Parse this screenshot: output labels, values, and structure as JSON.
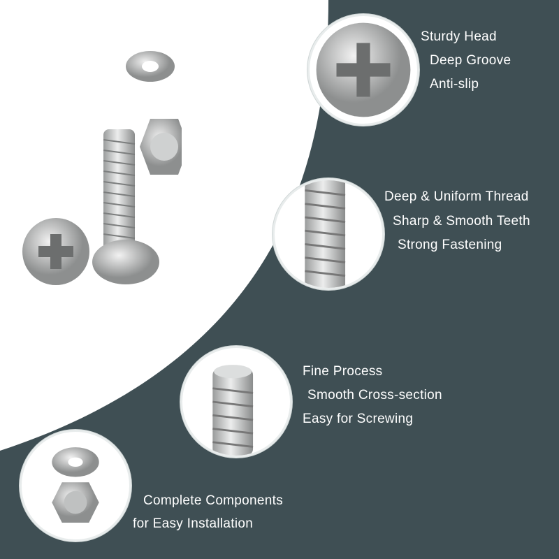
{
  "colors": {
    "background_dark": "#3f4f54",
    "background_light": "#ffffff",
    "text": "#ffffff"
  },
  "features": [
    {
      "lines": [
        "Sturdy Head",
        "Deep Groove",
        "Anti-slip"
      ]
    },
    {
      "lines": [
        "Deep & Uniform Thread",
        "Sharp & Smooth Teeth",
        "Strong Fastening"
      ]
    },
    {
      "lines": [
        "Fine Process",
        "Smooth Cross-section",
        "Easy for Screwing"
      ]
    },
    {
      "lines": [
        "Complete Components",
        "for Easy Installation"
      ]
    }
  ]
}
